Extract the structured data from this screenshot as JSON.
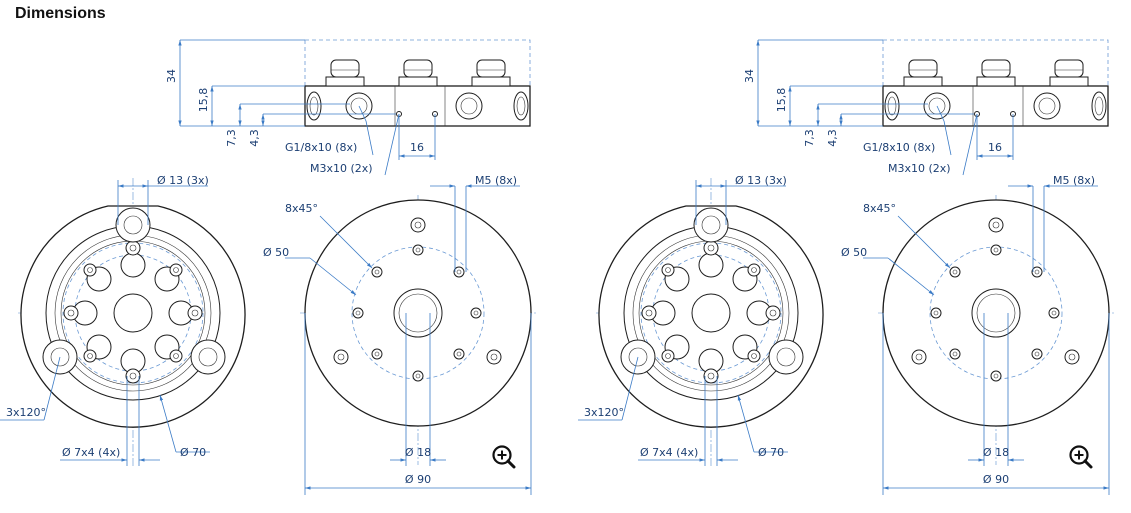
{
  "heading": "Dimensions",
  "labels": {
    "height_total": "34",
    "height_port": "15,8",
    "height_a": "7,3",
    "height_b": "4,3",
    "port_thread": "G1/8x10 (8x)",
    "side_thread": "M3x10 (2x)",
    "spacing": "16",
    "dia_13": "Ø 13 (3x)",
    "angle_120": "3x120°",
    "dia_7x4": "Ø 7x4 (4x)",
    "dia_70": "Ø 70",
    "angle_45": "8x45°",
    "dia_50": "Ø 50",
    "thread_m5": "M5 (8x)",
    "dia_18": "Ø 18",
    "dia_90": "Ø 90"
  },
  "icons": {
    "zoom": "zoom-in-icon"
  },
  "colors": {
    "dimension": "#3b7bc6",
    "text": "#1c3f73",
    "part": "#1e1e1e"
  }
}
